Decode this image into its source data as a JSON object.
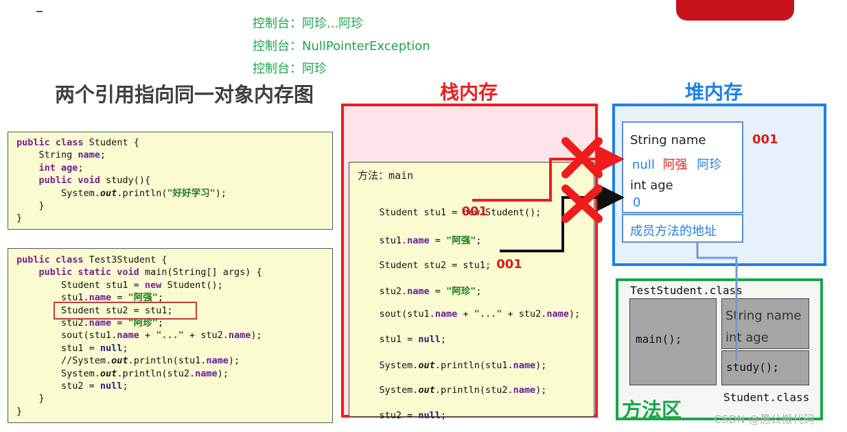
{
  "top_dash": "–",
  "console_lines": [
    "控制台：阿珍...阿珍",
    "控制台：NullPointerException",
    "控制台：阿珍"
  ],
  "title": "两个引用指向同一对象内存图",
  "student_code": {
    "l1": {
      "kw": "public class",
      "rest": " Student {"
    },
    "l2": {
      "pre": "    String ",
      "fld": "name",
      "post": ";"
    },
    "l3": {
      "kw": "    int ",
      "fld": "age",
      "post": ";"
    },
    "l4": {
      "kw": "    public void",
      "rest": " study(){"
    },
    "l5": {
      "pre": "        System.",
      "sm": "out",
      "post": ".println(",
      "str": "\"好好学习\"",
      "end": ");"
    },
    "l6": "    }",
    "l7": "}"
  },
  "test_code": {
    "l1": {
      "kw": "public class",
      "rest": " Test3Student {"
    },
    "l2": {
      "kw": "    public static void",
      "rest": " main(String[] args) {"
    },
    "l3": {
      "pre": "        Student stu1 = ",
      "kw": "new",
      "post": " Student();"
    },
    "l4": {
      "pre": "        stu1.",
      "fld": "name",
      "mid": " = ",
      "str": "\"阿强\"",
      "post": ";"
    },
    "l5": "        Student stu2 = stu1;",
    "l6": {
      "pre": "        stu2.",
      "fld": "name",
      "mid": " = ",
      "str": "\"阿珍\"",
      "post": ";"
    },
    "l7": {
      "pre": "        sout(stu1.",
      "fld": "name",
      "mid": " + ",
      "str": "\"...\"",
      "mid2": " + stu2.",
      "fld2": "name",
      "post": ");"
    },
    "l8": {
      "pre": "        stu1 = ",
      "kw": "null",
      "post": ";"
    },
    "l9": {
      "pre": "        //System.",
      "sm": "out",
      "mid": ".println(stu1.",
      "fld": "name",
      "post": ");"
    },
    "l10": {
      "pre": "        System.",
      "sm": "out",
      "mid": ".println(stu2.",
      "fld": "name",
      "post": ");"
    },
    "l11": {
      "pre": "        stu2 = ",
      "kw": "null",
      "post": ";"
    },
    "l12": "    }",
    "l13": "}"
  },
  "stack": {
    "title": "栈内存",
    "method_label": "方法：",
    "method_name": "main",
    "lines": {
      "a": {
        "pre": "Student stu1 = ",
        "val": "001",
        "post": "new Student();"
      },
      "b": {
        "pre": "stu1.",
        "fld": "name",
        "mid": " = ",
        "str": "\"阿强\"",
        "post": ";"
      },
      "c": {
        "pre": "Student stu2 = stu1;",
        "val": "001"
      },
      "d": {
        "pre": "stu2.",
        "fld": "name",
        "mid": " = ",
        "str": "\"阿珍\"",
        "post": ";"
      },
      "e": {
        "pre": "sout(stu1.",
        "fld": "name",
        "mid": " + ",
        "str": "\"...\"",
        "mid2": " + stu2.",
        "fld2": "name",
        "post": ");"
      },
      "f": {
        "pre": "stu1 = ",
        "kw": "null",
        "post": ";"
      },
      "g": {
        "pre": "System.",
        "sm": "out",
        "mid": ".println(stu1.",
        "fld": "name",
        "post": ");"
      },
      "h": {
        "pre": "System.",
        "sm": "out",
        "mid": ".println(stu2.",
        "fld": "name",
        "post": ");"
      },
      "i": {
        "pre": "stu2 = ",
        "kw": "null",
        "post": ";"
      }
    }
  },
  "heap": {
    "title": "堆内存",
    "address": "001",
    "field_name_label": "String name",
    "name_values": [
      "null",
      "阿强",
      "阿珍"
    ],
    "field_age_label": "int age",
    "age_value": "0",
    "method_addr": "成员方法的地址"
  },
  "method_area": {
    "title": "方法区",
    "test_class": "TestStudent.class",
    "main_method": "main();",
    "field_name": "String name",
    "field_age": "int age",
    "study_method": "study();",
    "student_class": "Student.class"
  },
  "watermark": "CSDN @愚公搬代码",
  "colors": {
    "stack_border": "#ee1c1c",
    "stack_bg": "#fde4e8",
    "heap_border": "#1d7fe8",
    "heap_bg": "#e6f1fc",
    "method_area_border": "#1aa64a",
    "method_area_bg": "#f4f7f1",
    "code_bg": "#fbfbd2",
    "console_green": "#1aa64a",
    "highlight_box": "#c0393b"
  }
}
